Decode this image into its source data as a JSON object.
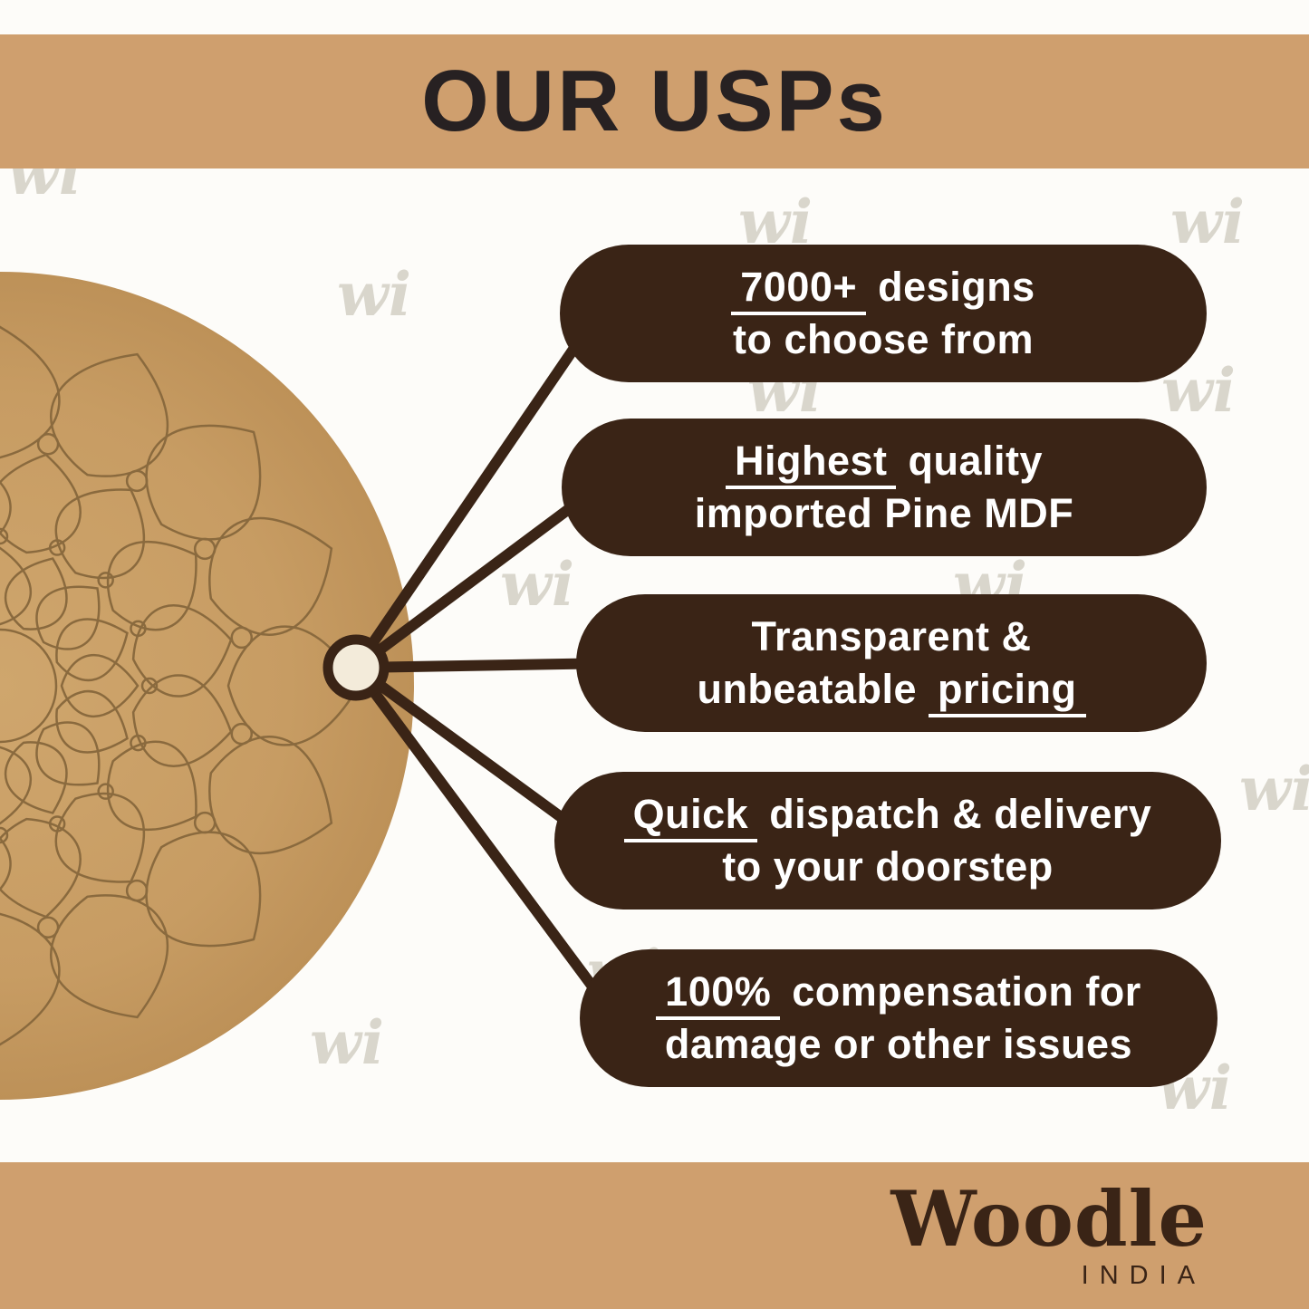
{
  "header": {
    "title": "OUR USPs"
  },
  "watermark": {
    "text": "wi"
  },
  "usps": {
    "item1": {
      "u": "7000+",
      "rest": " designs",
      "line2": "to choose from"
    },
    "item2": {
      "u": "Highest",
      "rest": " quality",
      "line2": "imported Pine MDF"
    },
    "item3": {
      "line1": "Transparent &",
      "pre": "unbeatable ",
      "u": "pricing"
    },
    "item4": {
      "u": "Quick",
      "rest": " dispatch & delivery",
      "line2": "to your doorstep"
    },
    "item5": {
      "u": "100%",
      "rest": " compensation for",
      "line2": "damage or other issues"
    }
  },
  "footer": {
    "brand": "Woodle",
    "country": "INDIA"
  },
  "colors": {
    "band": "#cf9f6e",
    "mdf_board": "#c79c63",
    "engraving_line": "#8a6a3e",
    "pill_background": "#3a2416",
    "pill_text": "#ffffff",
    "title_text": "#272122",
    "watermark": "#d9d6cc",
    "hub_fill": "#f3ebda"
  }
}
